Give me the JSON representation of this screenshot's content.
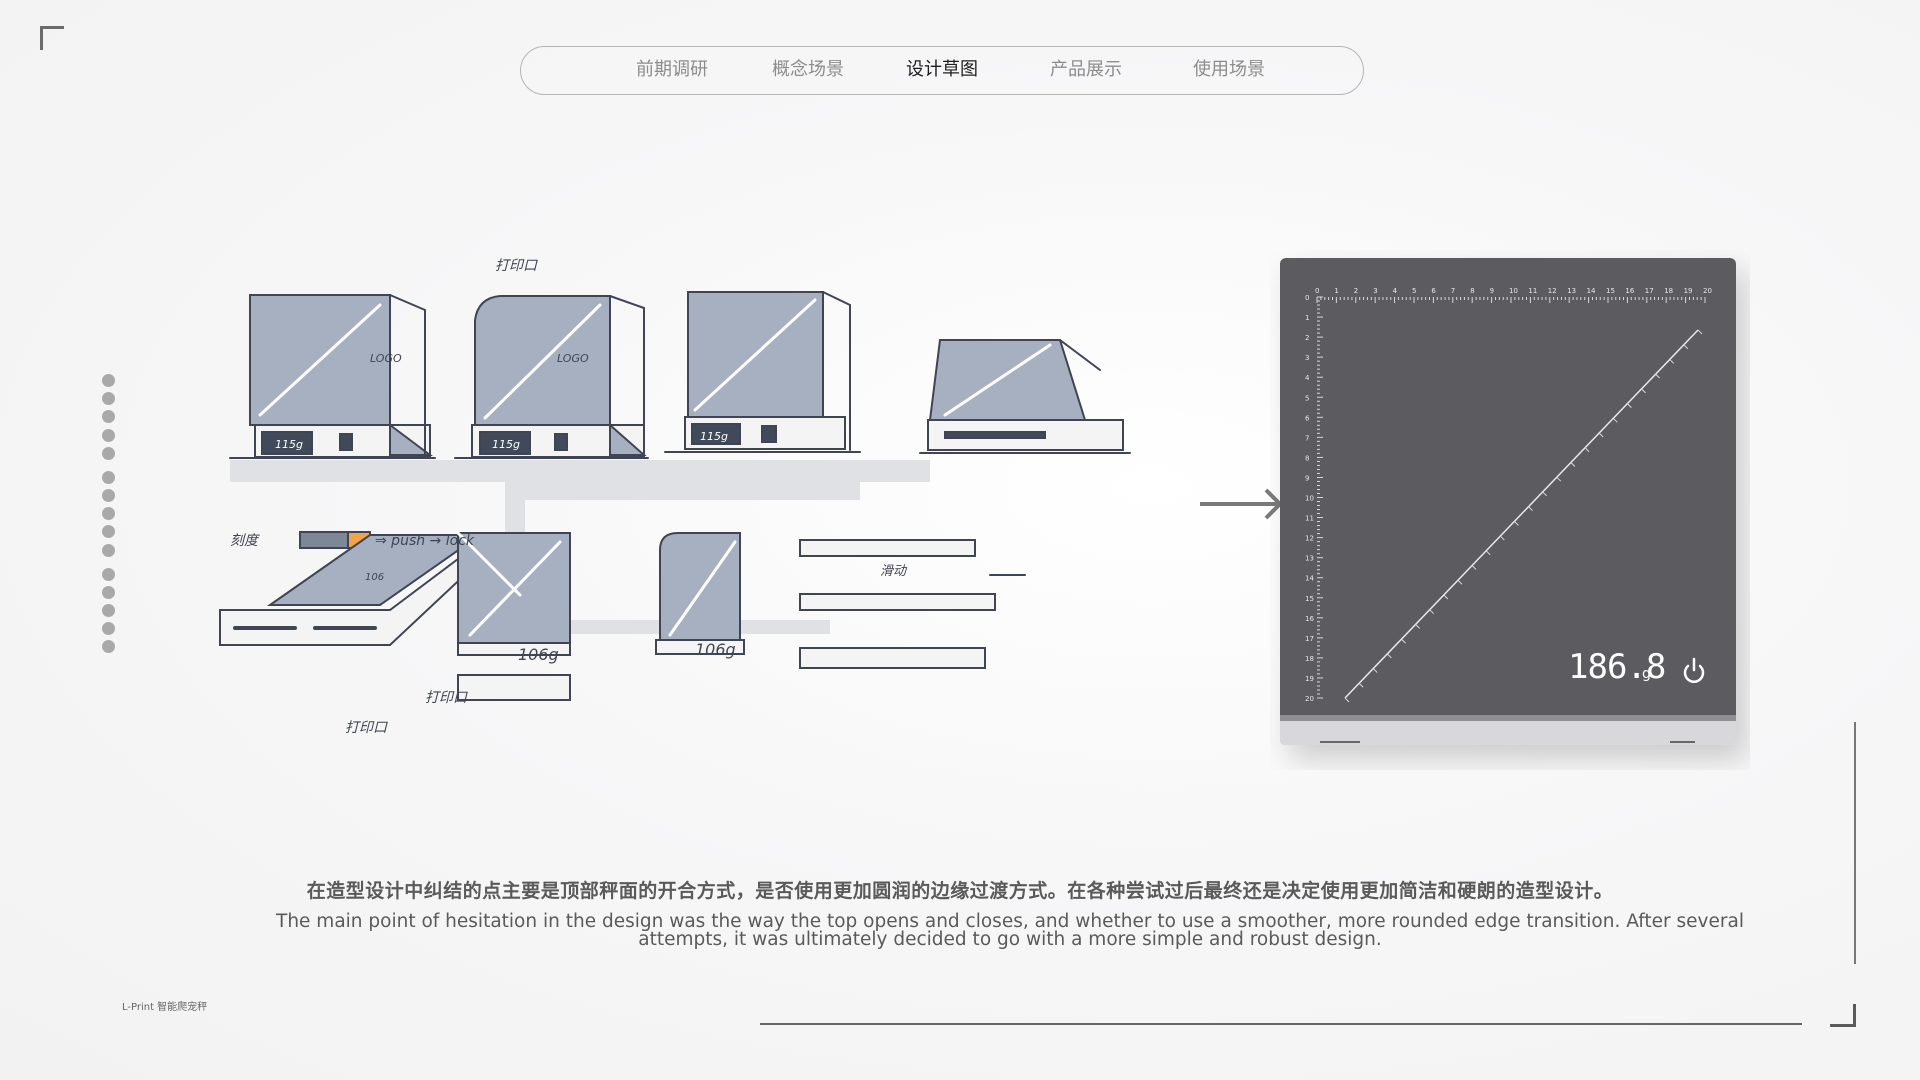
{
  "nav": {
    "items": [
      "前期调研",
      "概念场景",
      "设计草图",
      "产品展示",
      "使用场景"
    ],
    "active_index": 2
  },
  "sketch_annotations": {
    "print_port_top": "打印口",
    "scale_label": "刻度",
    "push_lock": "⇒ push → lock",
    "weight_115_a": "115g",
    "weight_115_b": "115g",
    "weight_115_c": "115g",
    "weight_106_a": "106",
    "weight_106_b": "106g",
    "weight_106_c": "106g",
    "logo_a": "LOGO",
    "logo_b": "LOGO",
    "slide": "滑动",
    "print_port_bottom_a": "打印口",
    "print_port_bottom_b": "打印口"
  },
  "product": {
    "display_value": "186.8",
    "display_unit": "g",
    "power_icon": "power-icon",
    "ruler_top": [
      "0",
      "1",
      "2",
      "3",
      "4",
      "5",
      "6",
      "7",
      "8",
      "9",
      "10",
      "11",
      "12",
      "13",
      "14",
      "15",
      "16",
      "17",
      "18",
      "19",
      "20"
    ],
    "ruler_left": [
      "0",
      "1",
      "2",
      "3",
      "4",
      "5",
      "6",
      "7",
      "8",
      "9",
      "10",
      "11",
      "12",
      "13",
      "14",
      "15",
      "16",
      "17",
      "18",
      "19",
      "20"
    ],
    "body_color": "#5b5b61"
  },
  "description": {
    "cn": "在造型设计中纠结的点主要是顶部秤面的开合方式，是否使用更加圆润的边缘过渡方式。在各种尝试过后最终还是决定使用更加简洁和硬朗的造型设计。",
    "en": "The main point of hesitation in the design was the way the top opens and closes, and whether to use a smoother, more rounded edge transition. After several attempts, it was ultimately decided to go with a more simple and robust design."
  },
  "brand": "L-Print 智能爬宠秤"
}
